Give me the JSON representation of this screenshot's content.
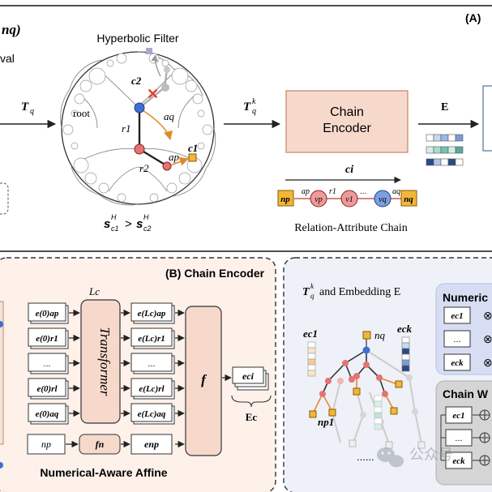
{
  "top": {
    "tag": "(A)",
    "pair": "nq)",
    "retrieval_fragment": "val",
    "tq_label": "T",
    "tq_sub": "q",
    "filter": {
      "title": "Hyperbolic Filter",
      "root": "root",
      "c2": "c2",
      "c1": "c1",
      "r1": "r1",
      "r2": "r2",
      "aq": "aq",
      "ap": "ap",
      "score": "s",
      "score_rel": ">"
    },
    "tqk_label": "T",
    "tqk_sup": "k",
    "tqk_sub": "q",
    "chain_encoder_box": [
      "Chain",
      "Encoder"
    ],
    "e_label": "E",
    "ci_label": "ci",
    "chain_nodes": [
      "np",
      "vp",
      "v1",
      "vq",
      "nq"
    ],
    "chain_edges": [
      "ap",
      "r1",
      "...",
      "aq"
    ],
    "chain_caption": "Relation-Attribute Chain"
  },
  "panel_b": {
    "title": "(B) Chain Encoder",
    "lc": "Lc",
    "transformer": "Transformer",
    "f": "f",
    "fn": "fn",
    "np": "np",
    "enp": "enp",
    "inputs": [
      "e(0)ap",
      "e(0)r1",
      "...",
      "e(0)rl",
      "e(0)aq"
    ],
    "outputs": [
      "e(Lc)ap",
      "e(Lc)r1",
      "...",
      "e(Lc)rl",
      "e(Lc)aq"
    ],
    "eci": "eci",
    "ec": "Ec",
    "caption": "Numerical-Aware Affine"
  },
  "panel_c": {
    "title": "T  and Embedding E",
    "nq": "nq",
    "ec1": "ec1",
    "eck": "eck",
    "np1": "np1",
    "dots": "......",
    "numeric_title": "Numeric",
    "numeric_rows": [
      "ec1",
      "...",
      "eck"
    ],
    "chainw_title": "Chain W",
    "chainw_rows": [
      "ec1",
      "...",
      "eck"
    ]
  },
  "watermark": "公众号",
  "colors": {
    "encoder_fill": "#f7d9cc",
    "encoder_stroke": "#c58c73",
    "panel_b_bg": "#fdf1ea",
    "panel_c_bg": "#eef1f8",
    "node_red": "#e57373",
    "node_blue": "#3f6fd1",
    "node_gold": "#f3b63a"
  }
}
